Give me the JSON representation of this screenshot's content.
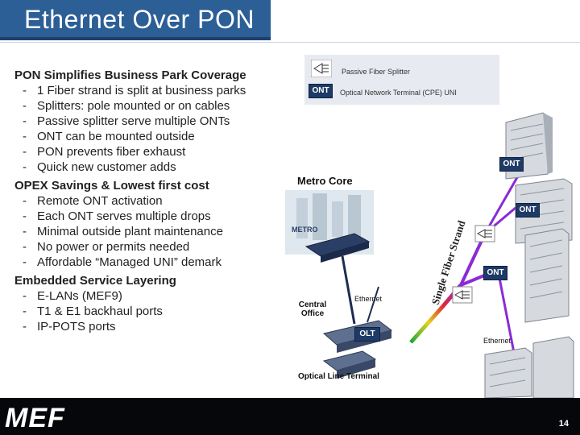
{
  "title": "Ethernet Over PON",
  "sections": [
    {
      "heading": "PON Simplifies Business Park Coverage",
      "items": [
        "1 Fiber strand is split at business parks",
        "Splitters: pole mounted or on cables",
        "Passive splitter serve multiple ONTs",
        "ONT can be mounted outside",
        "PON prevents fiber exhaust",
        "Quick new customer adds"
      ]
    },
    {
      "heading": "OPEX Savings & Lowest first cost",
      "items": [
        "Remote ONT activation",
        "Each ONT serves multiple drops",
        "Minimal outside plant maintenance",
        "No power or permits needed",
        "Affordable “Managed UNI” demark"
      ]
    },
    {
      "heading": "Embedded Service Layering",
      "items": [
        "E-LANs (MEF9)",
        "T1 & E1 backhaul ports",
        "IP-POTS ports"
      ]
    }
  ],
  "legend": {
    "splitter": "Passive Fiber Splitter",
    "ont": "Optical Network Terminal (CPE) UNI"
  },
  "diagram": {
    "metro_core": "Metro Core",
    "metro_logo": "METRO",
    "central_office": "Central\nOffice",
    "ethernet_top": "Ethernet",
    "ethernet_bottom": "Ethernet",
    "olt": "OLT",
    "olt_caption": "Optical Line Terminal",
    "fiber_label": "Single Fiber Strand",
    "ont": "ONT"
  },
  "footer": {
    "logo": "MEF",
    "page": "14"
  },
  "colors": {
    "title_bg": "#2b5f96",
    "footer_bg": "#06070a",
    "ont_badge": "#1e3a66"
  }
}
